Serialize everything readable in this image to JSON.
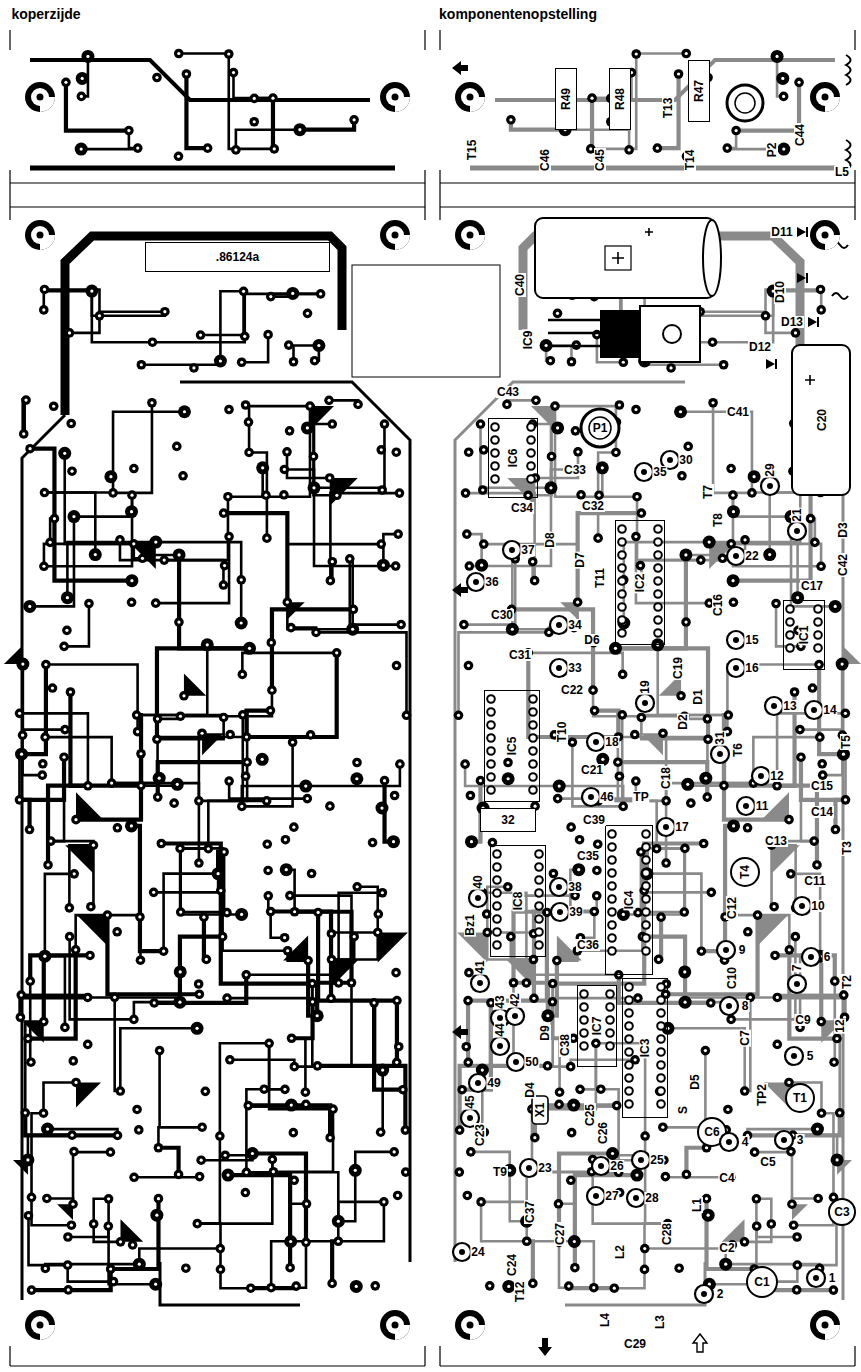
{
  "diagram": {
    "nodes": [
      {
        "text": [
          ".86124a"
        ]
      },
      {
        "text": [
          "R49"
        ]
      },
      {
        "text": [
          "R48"
        ]
      },
      {
        "text": [
          "R47"
        ]
      },
      {
        "text": [
          "IC6"
        ]
      },
      {
        "text": [
          "IC2"
        ]
      },
      {
        "text": [
          "IC1"
        ]
      },
      {
        "text": [
          "IC5"
        ]
      },
      {
        "text": [
          "32"
        ]
      },
      {
        "text": [
          "IC8"
        ]
      },
      {
        "text": [
          "IC4"
        ]
      },
      {
        "text": [
          "IC7"
        ]
      },
      {
        "text": [
          "IC3"
        ]
      }
    ],
    "labels": [
      "koperzijde",
      "komponentenopstelling",
      "T15",
      "C46",
      "C45",
      "T13",
      "T14",
      "P2",
      "C44",
      "L5",
      "C40",
      "IC9",
      "D11",
      "D10",
      "D13",
      "D12",
      "C20",
      "C41",
      "C43",
      "P1",
      "C33",
      "35",
      "30",
      "29",
      "T7",
      "T8",
      "21",
      "D3",
      "22",
      "C42",
      "C17",
      "15",
      "16",
      "C34",
      "C32",
      "D8",
      "D7",
      "37",
      "36",
      "T11",
      "C30",
      "34",
      "D6",
      "C16",
      "C31",
      "33",
      "C19",
      "19",
      "C22",
      "13",
      "14",
      "T5",
      "D1",
      "D2",
      "T10",
      "18",
      "31",
      "T6",
      "12",
      "C15",
      "C21",
      "C18",
      "46",
      "TP",
      "11",
      "C14",
      "C39",
      "17",
      "C13",
      "T3",
      "C35",
      "T4",
      "C11",
      "38",
      "40",
      "10",
      "39",
      "C12",
      "Bz1",
      "41",
      "C36",
      "9",
      "6",
      "7",
      "C10",
      "T2",
      "43",
      "42",
      "44",
      "D9",
      "C38",
      "8",
      "C9",
      "12",
      "50",
      "C7",
      "5",
      "49",
      "D5",
      "D4",
      "X1",
      "TP2",
      "T1",
      "45",
      "C25",
      "C26",
      "S",
      "C6",
      "C23",
      "4",
      "3",
      "C5",
      "23",
      "T9",
      "26",
      "25",
      "27",
      "28",
      "C4",
      "C37",
      "C27",
      "C28",
      "L1",
      "C3",
      "L2",
      "C2",
      "24",
      "C24",
      "C1",
      "1",
      "2",
      "T12",
      "L4",
      "L3",
      "C29"
    ]
  }
}
